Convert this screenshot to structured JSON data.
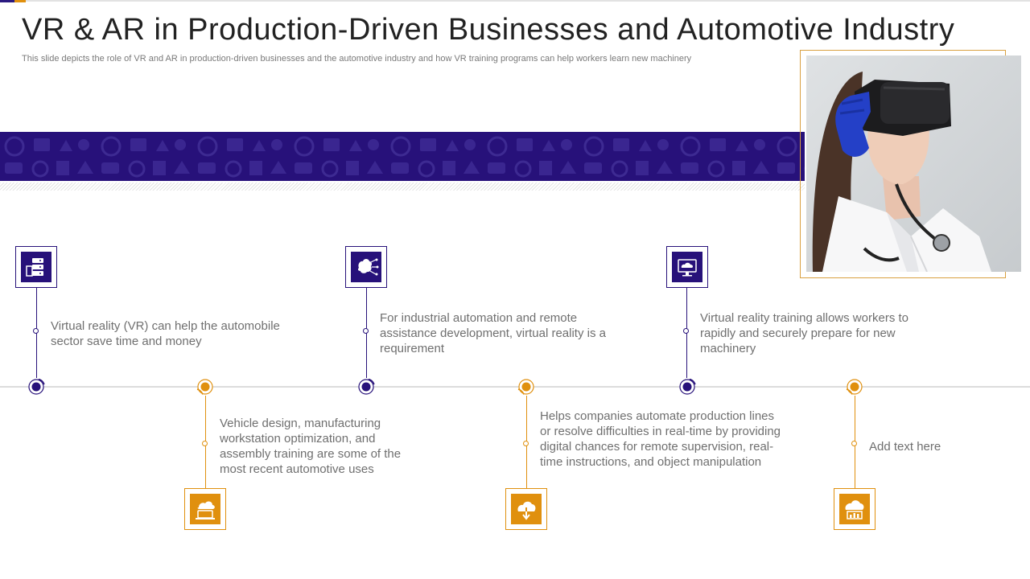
{
  "title": "VR & AR in Production-Driven Businesses and Automotive Industry",
  "subtitle": "This slide depicts the role of VR and AR in production-driven businesses and the automotive industry and how VR training programs can help workers learn new machinery",
  "colors": {
    "purple": "#27117a",
    "orange": "#e0900e",
    "text": "#6f6f6f"
  },
  "timeline": [
    {
      "text": "Virtual reality (VR) can help the automobile sector save time and money",
      "icon": "server-database-icon",
      "color": "purple"
    },
    {
      "text": "Vehicle design, manufacturing workstation optimization, and assembly training are some of the most recent automotive uses",
      "icon": "cloud-laptop-icon",
      "color": "orange"
    },
    {
      "text": "For industrial automation and remote assistance development, virtual reality is a requirement",
      "icon": "cloud-circuit-icon",
      "color": "purple"
    },
    {
      "text": "Helps companies automate production lines or resolve difficulties in real-time by providing digital chances for remote supervision, real-time instructions, and object manipulation",
      "icon": "cloud-download-icon",
      "color": "orange"
    },
    {
      "text": "Virtual reality training allows workers to rapidly and securely prepare for new machinery",
      "icon": "cloud-monitor-icon",
      "color": "purple"
    },
    {
      "text": "Add text here",
      "icon": "cloud-analytics-icon",
      "color": "orange"
    }
  ]
}
